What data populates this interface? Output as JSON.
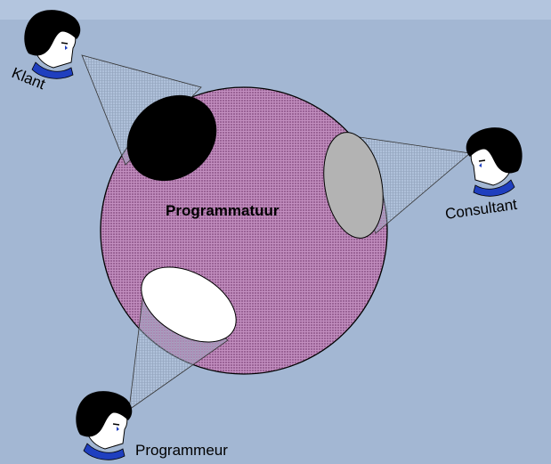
{
  "center_label": "Programmatuur",
  "actors": [
    {
      "id": "klant",
      "label": "Klant"
    },
    {
      "id": "consultant",
      "label": "Consultant"
    },
    {
      "id": "programmeur",
      "label": "Programmeur"
    }
  ],
  "colors": {
    "background": "#a3b7d3",
    "top_band": "#b3c5de",
    "sphere_fill": "#9a6396",
    "sphere_hatch": "#c38fc0",
    "view_klant": "#000000",
    "view_consultant": "#b3b3b3",
    "view_programmeur": "#ffffff",
    "hair": "#000000",
    "collar": "#1f3fbf"
  }
}
